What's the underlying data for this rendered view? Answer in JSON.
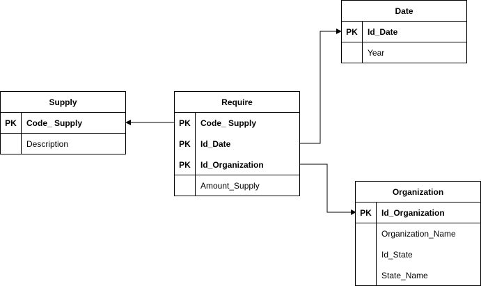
{
  "entities": {
    "date": {
      "title": "Date",
      "rows": [
        {
          "key": "PK",
          "name": "Id_Date"
        },
        {
          "key": "",
          "name": "Year"
        }
      ]
    },
    "supply": {
      "title": "Supply",
      "rows": [
        {
          "key": "PK",
          "name": "Code_ Supply"
        },
        {
          "key": "",
          "name": "Description"
        }
      ]
    },
    "require": {
      "title": "Require",
      "rows": [
        {
          "key": "PK",
          "name": "Code_ Supply"
        },
        {
          "key": "PK",
          "name": "Id_Date"
        },
        {
          "key": "PK",
          "name": "Id_Organization"
        },
        {
          "key": "",
          "name": "Amount_Supply"
        }
      ]
    },
    "organization": {
      "title": "Organization",
      "rows": [
        {
          "key": "PK",
          "name": "Id_Organization"
        },
        {
          "key": "",
          "name": "Organization_Name"
        },
        {
          "key": "",
          "name": "Id_State"
        },
        {
          "key": "",
          "name": "State_Name"
        }
      ]
    }
  }
}
